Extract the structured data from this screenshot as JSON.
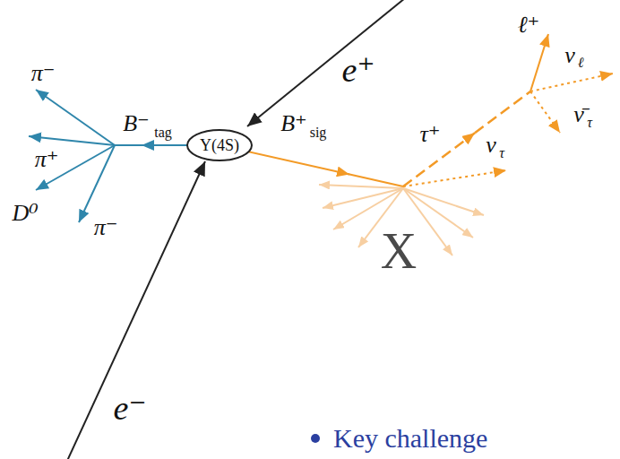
{
  "diagram": {
    "nodes": [
      {
        "text": [
          "Υ(4S)"
        ]
      }
    ],
    "labels": [
      "e⁺",
      "e⁻",
      "π⁻",
      "π⁺",
      "D⁰",
      "π⁻",
      "B⁻",
      "tag",
      "B⁺",
      "sig",
      "τ⁺",
      "ℓ⁺",
      "ν",
      "ℓ",
      "ν̄",
      "τ",
      "ν",
      "τ",
      "X",
      "Key challenge"
    ]
  }
}
